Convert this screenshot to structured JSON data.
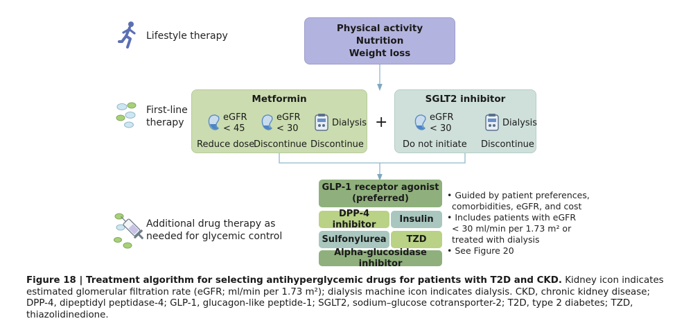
{
  "lifestyle": {
    "label": "Lifestyle therapy",
    "box_lines": [
      "Physical activity",
      "Nutrition",
      "Weight loss"
    ]
  },
  "first_line": {
    "label_line1": "First-line",
    "label_line2": "therapy",
    "plus": "+",
    "metformin": {
      "title": "Metformin",
      "items": [
        {
          "icon": "kidney-icon",
          "line1": "eGFR",
          "line2": "< 45",
          "action": "Reduce dose"
        },
        {
          "icon": "kidney-icon",
          "line1": "eGFR",
          "line2": "< 30",
          "action": "Discontinue"
        },
        {
          "icon": "dialysis-machine-icon",
          "line1": "Dialysis",
          "action": "Discontinue"
        }
      ]
    },
    "sglt2": {
      "title": "SGLT2 inhibitor",
      "items": [
        {
          "icon": "kidney-icon",
          "line1": "eGFR",
          "line2": "< 30",
          "action": "Do not initiate"
        },
        {
          "icon": "dialysis-machine-icon",
          "line1": "Dialysis",
          "action": "Discontinue"
        }
      ]
    }
  },
  "additional": {
    "label_line1": "Additional drug therapy as",
    "label_line2": "needed for glycemic control",
    "glp1_line1": "GLP-1 receptor agonist",
    "glp1_line2": "(preferred)",
    "dpp4": "DPP-4 inhibitor",
    "insulin": "Insulin",
    "sulfonylurea": "Sulfonylurea",
    "tzd": "TZD",
    "alpha": "Alpha-glucosidase inhibitor",
    "notes": [
      "• Guided by patient preferences,",
      "  comorbidities, eGFR, and cost",
      "• Includes patients with eGFR",
      "  < 30 ml/min per 1.73 m² or",
      "  treated with dialysis",
      "• See Figure 20"
    ]
  },
  "caption": {
    "bold": "Figure 18 | Treatment algorithm for selecting antihyperglycemic drugs for patients with T2D and CKD.",
    "text": " Kidney icon indicates estimated glomerular filtration rate (eGFR; ml/min per 1.73 m²); dialysis machine icon indicates dialysis. CKD, chronic kidney disease; DPP-4, dipeptidyl peptidase-4; GLP-1, glucagon-like peptide-1; SGLT2, sodium–glucose cotransporter-2; T2D, type 2 diabetes; TZD, thiazolidinedione."
  },
  "colors": {
    "lifestyle_box": "#b3b3df",
    "metformin_box": "#cbdcb0",
    "sglt2_box": "#cfe0db",
    "glp1_box": "#8fb07c",
    "connector": "#8fb6c9"
  }
}
